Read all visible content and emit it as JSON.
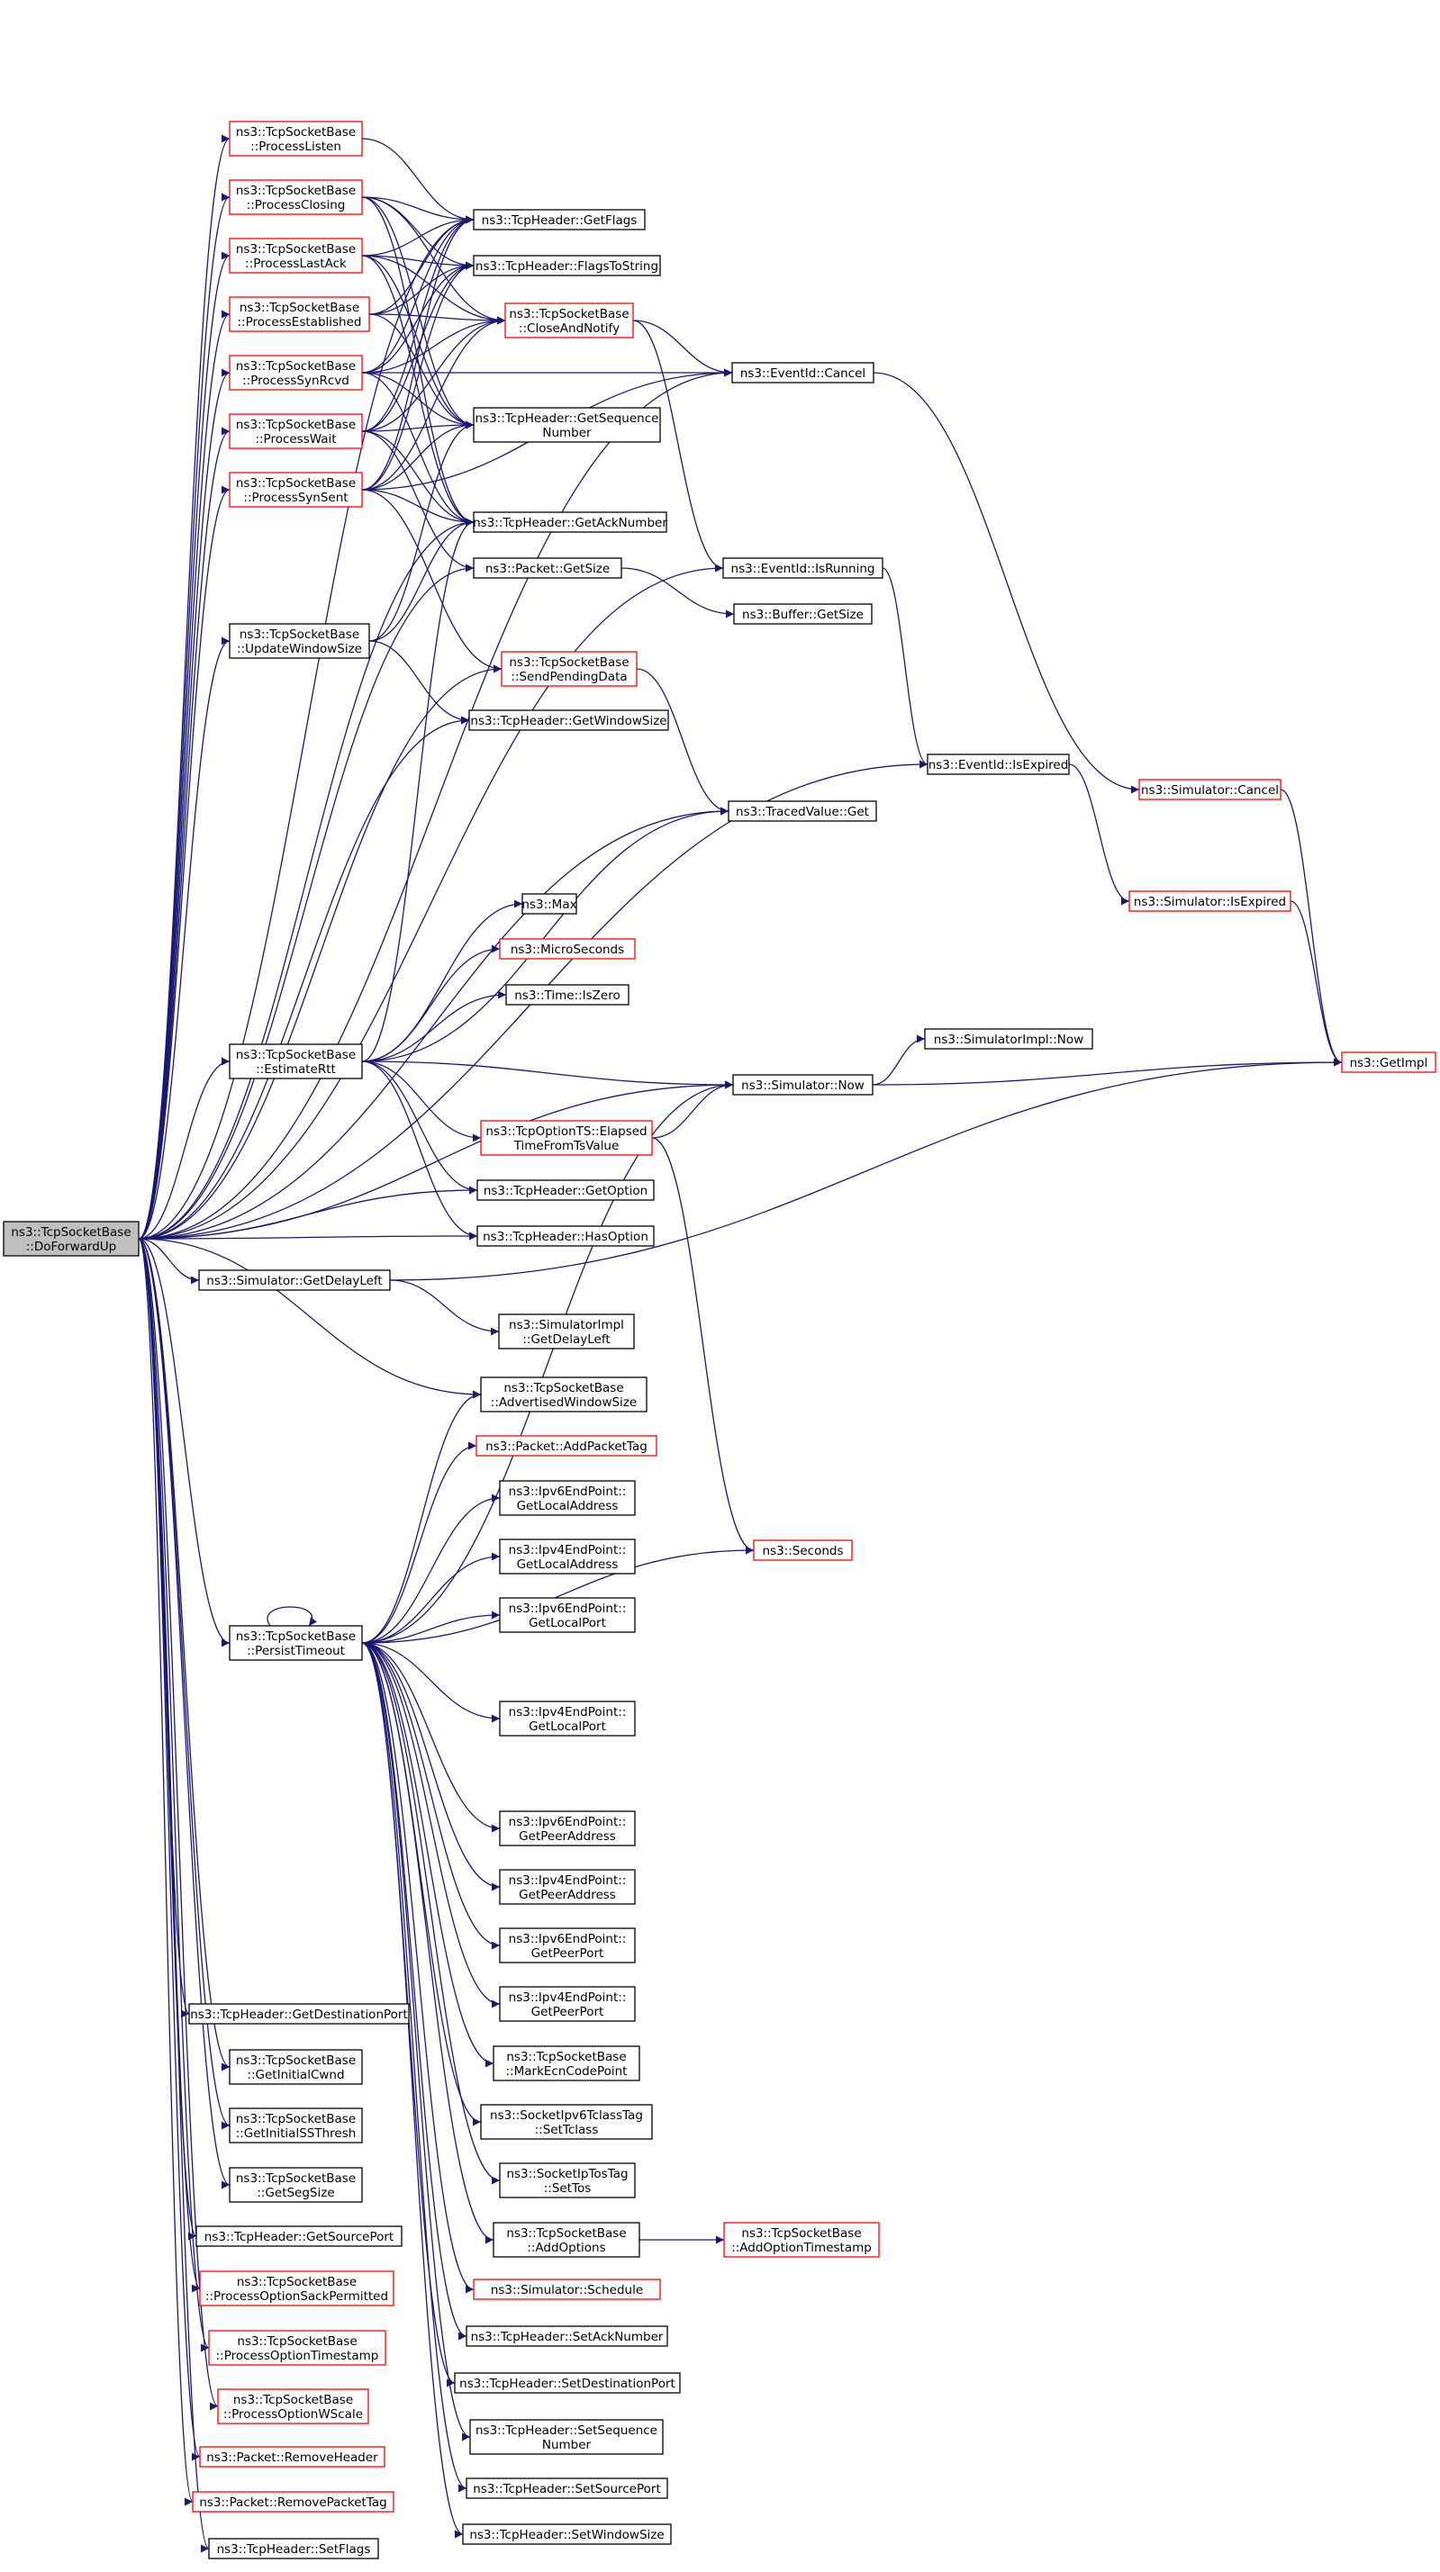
{
  "colors": {
    "edge": "#191970",
    "normal_border": "#000000",
    "red_border": "#ff0000",
    "root_fill": "#bfbfbf",
    "background": "#ffffff"
  },
  "diagram": {
    "type": "call-graph",
    "root": "doforwardup",
    "nodes": [
      {
        "id": "doforwardup",
        "lines": [
          "ns3::TcpSocketBase",
          "::DoForwardUp"
        ],
        "style": "root"
      },
      {
        "id": "processlisten",
        "lines": [
          "ns3::TcpSocketBase",
          "::ProcessListen"
        ],
        "style": "red"
      },
      {
        "id": "processclosing",
        "lines": [
          "ns3::TcpSocketBase",
          "::ProcessClosing"
        ],
        "style": "red"
      },
      {
        "id": "processlastack",
        "lines": [
          "ns3::TcpSocketBase",
          "::ProcessLastAck"
        ],
        "style": "red"
      },
      {
        "id": "processestablished",
        "lines": [
          "ns3::TcpSocketBase",
          "::ProcessEstablished"
        ],
        "style": "red"
      },
      {
        "id": "processsynrcvd",
        "lines": [
          "ns3::TcpSocketBase",
          "::ProcessSynRcvd"
        ],
        "style": "red"
      },
      {
        "id": "processwait",
        "lines": [
          "ns3::TcpSocketBase",
          "::ProcessWait"
        ],
        "style": "red"
      },
      {
        "id": "processsynsent",
        "lines": [
          "ns3::TcpSocketBase",
          "::ProcessSynSent"
        ],
        "style": "red"
      },
      {
        "id": "updatewindowsize",
        "lines": [
          "ns3::TcpSocketBase",
          "::UpdateWindowSize"
        ],
        "style": "normal"
      },
      {
        "id": "estimatertt",
        "lines": [
          "ns3::TcpSocketBase",
          "::EstimateRtt"
        ],
        "style": "normal"
      },
      {
        "id": "getdelayleft",
        "lines": [
          "ns3::Simulator::GetDelayLeft"
        ],
        "style": "normal"
      },
      {
        "id": "persisttimeout",
        "lines": [
          "ns3::TcpSocketBase",
          "::PersistTimeout"
        ],
        "style": "normal"
      },
      {
        "id": "getdestinationport",
        "lines": [
          "ns3::TcpHeader::GetDestinationPort"
        ],
        "style": "normal"
      },
      {
        "id": "getinitialcwnd",
        "lines": [
          "ns3::TcpSocketBase",
          "::GetInitialCwnd"
        ],
        "style": "normal"
      },
      {
        "id": "getinitialssthresh",
        "lines": [
          "ns3::TcpSocketBase",
          "::GetInitialSSThresh"
        ],
        "style": "normal"
      },
      {
        "id": "getsegsize",
        "lines": [
          "ns3::TcpSocketBase",
          "::GetSegSize"
        ],
        "style": "normal"
      },
      {
        "id": "getsourceport",
        "lines": [
          "ns3::TcpHeader::GetSourcePort"
        ],
        "style": "normal"
      },
      {
        "id": "processoptionsackpermitted",
        "lines": [
          "ns3::TcpSocketBase",
          "::ProcessOptionSackPermitted"
        ],
        "style": "red"
      },
      {
        "id": "processoptiontimestamp",
        "lines": [
          "ns3::TcpSocketBase",
          "::ProcessOptionTimestamp"
        ],
        "style": "red"
      },
      {
        "id": "processoptionwscale",
        "lines": [
          "ns3::TcpSocketBase",
          "::ProcessOptionWScale"
        ],
        "style": "red"
      },
      {
        "id": "removeheader",
        "lines": [
          "ns3::Packet::RemoveHeader"
        ],
        "style": "red"
      },
      {
        "id": "removepackettag",
        "lines": [
          "ns3::Packet::RemovePacketTag"
        ],
        "style": "red"
      },
      {
        "id": "setflags",
        "lines": [
          "ns3::TcpHeader::SetFlags"
        ],
        "style": "normal"
      },
      {
        "id": "getflags",
        "lines": [
          "ns3::TcpHeader::GetFlags"
        ],
        "style": "normal"
      },
      {
        "id": "flagstostring",
        "lines": [
          "ns3::TcpHeader::FlagsToString"
        ],
        "style": "normal"
      },
      {
        "id": "closeandnotify",
        "lines": [
          "ns3::TcpSocketBase",
          "::CloseAndNotify"
        ],
        "style": "red"
      },
      {
        "id": "getsequencenumber",
        "lines": [
          "ns3::TcpHeader::GetSequence",
          "Number"
        ],
        "style": "normal"
      },
      {
        "id": "getacknumber",
        "lines": [
          "ns3::TcpHeader::GetAckNumber"
        ],
        "style": "normal"
      },
      {
        "id": "packetgetsize",
        "lines": [
          "ns3::Packet::GetSize"
        ],
        "style": "normal"
      },
      {
        "id": "sendpendingdata",
        "lines": [
          "ns3::TcpSocketBase",
          "::SendPendingData"
        ],
        "style": "red"
      },
      {
        "id": "getwindowsize",
        "lines": [
          "ns3::TcpHeader::GetWindowSize"
        ],
        "style": "normal"
      },
      {
        "id": "max",
        "lines": [
          "ns3::Max"
        ],
        "style": "normal"
      },
      {
        "id": "microseconds",
        "lines": [
          "ns3::MicroSeconds"
        ],
        "style": "red"
      },
      {
        "id": "timeiszero",
        "lines": [
          "ns3::Time::IsZero"
        ],
        "style": "normal"
      },
      {
        "id": "elapsedtimefromtsvalue",
        "lines": [
          "ns3::TcpOptionTS::Elapsed",
          "TimeFromTsValue"
        ],
        "style": "red"
      },
      {
        "id": "getoption",
        "lines": [
          "ns3::TcpHeader::GetOption"
        ],
        "style": "normal"
      },
      {
        "id": "hasoption",
        "lines": [
          "ns3::TcpHeader::HasOption"
        ],
        "style": "normal"
      },
      {
        "id": "simulatorimplgetdelayleft",
        "lines": [
          "ns3::SimulatorImpl",
          "::GetDelayLeft"
        ],
        "style": "normal"
      },
      {
        "id": "advertisedwindowsize",
        "lines": [
          "ns3::TcpSocketBase",
          "::AdvertisedWindowSize"
        ],
        "style": "normal"
      },
      {
        "id": "addpackettag",
        "lines": [
          "ns3::Packet::AddPacketTag"
        ],
        "style": "red"
      },
      {
        "id": "ipv6getlocaladdress",
        "lines": [
          "ns3::Ipv6EndPoint::",
          "GetLocalAddress"
        ],
        "style": "normal"
      },
      {
        "id": "ipv4getlocaladdress",
        "lines": [
          "ns3::Ipv4EndPoint::",
          "GetLocalAddress"
        ],
        "style": "normal"
      },
      {
        "id": "ipv6getlocalport",
        "lines": [
          "ns3::Ipv6EndPoint::",
          "GetLocalPort"
        ],
        "style": "normal"
      },
      {
        "id": "ipv4getlocalport",
        "lines": [
          "ns3::Ipv4EndPoint::",
          "GetLocalPort"
        ],
        "style": "normal"
      },
      {
        "id": "ipv6getpeeraddress",
        "lines": [
          "ns3::Ipv6EndPoint::",
          "GetPeerAddress"
        ],
        "style": "normal"
      },
      {
        "id": "ipv4getpeeraddress",
        "lines": [
          "ns3::Ipv4EndPoint::",
          "GetPeerAddress"
        ],
        "style": "normal"
      },
      {
        "id": "ipv6getpeerport",
        "lines": [
          "ns3::Ipv6EndPoint::",
          "GetPeerPort"
        ],
        "style": "normal"
      },
      {
        "id": "ipv4getpeerport",
        "lines": [
          "ns3::Ipv4EndPoint::",
          "GetPeerPort"
        ],
        "style": "normal"
      },
      {
        "id": "markecncodepoint",
        "lines": [
          "ns3::TcpSocketBase",
          "::MarkEcnCodePoint"
        ],
        "style": "normal"
      },
      {
        "id": "settclass",
        "lines": [
          "ns3::SocketIpv6TclassTag",
          "::SetTclass"
        ],
        "style": "normal"
      },
      {
        "id": "settos",
        "lines": [
          "ns3::SocketIpTosTag",
          "::SetTos"
        ],
        "style": "normal"
      },
      {
        "id": "addoptions",
        "lines": [
          "ns3::TcpSocketBase",
          "::AddOptions"
        ],
        "style": "normal"
      },
      {
        "id": "schedule",
        "lines": [
          "ns3::Simulator::Schedule"
        ],
        "style": "red"
      },
      {
        "id": "setacknumber",
        "lines": [
          "ns3::TcpHeader::SetAckNumber"
        ],
        "style": "normal"
      },
      {
        "id": "setdestinationport",
        "lines": [
          "ns3::TcpHeader::SetDestinationPort"
        ],
        "style": "normal"
      },
      {
        "id": "setsequencenumber",
        "lines": [
          "ns3::TcpHeader::SetSequence",
          "Number"
        ],
        "style": "normal"
      },
      {
        "id": "setsourceport",
        "lines": [
          "ns3::TcpHeader::SetSourcePort"
        ],
        "style": "normal"
      },
      {
        "id": "setwindowsize",
        "lines": [
          "ns3::TcpHeader::SetWindowSize"
        ],
        "style": "normal"
      },
      {
        "id": "eventidcancel",
        "lines": [
          "ns3::EventId::Cancel"
        ],
        "style": "normal"
      },
      {
        "id": "eventidisrunning",
        "lines": [
          "ns3::EventId::IsRunning"
        ],
        "style": "normal"
      },
      {
        "id": "buffergetsize",
        "lines": [
          "ns3::Buffer::GetSize"
        ],
        "style": "normal"
      },
      {
        "id": "tracedvalueget",
        "lines": [
          "ns3::TracedValue::Get"
        ],
        "style": "normal"
      },
      {
        "id": "simulatornow",
        "lines": [
          "ns3::Simulator::Now"
        ],
        "style": "normal"
      },
      {
        "id": "seconds",
        "lines": [
          "ns3::Seconds"
        ],
        "style": "red"
      },
      {
        "id": "addoptiontimestamp",
        "lines": [
          "ns3::TcpSocketBase",
          "::AddOptionTimestamp"
        ],
        "style": "red"
      },
      {
        "id": "eventidisexpired",
        "lines": [
          "ns3::EventId::IsExpired"
        ],
        "style": "normal"
      },
      {
        "id": "simulatorimplnow",
        "lines": [
          "ns3::SimulatorImpl::Now"
        ],
        "style": "normal"
      },
      {
        "id": "simulatorcancel",
        "lines": [
          "ns3::Simulator::Cancel"
        ],
        "style": "red"
      },
      {
        "id": "simulatorisexpired",
        "lines": [
          "ns3::Simulator::IsExpired"
        ],
        "style": "red"
      },
      {
        "id": "getimpl",
        "lines": [
          "ns3::GetImpl"
        ],
        "style": "red"
      }
    ],
    "edges": [
      [
        "doforwardup",
        "processlisten"
      ],
      [
        "doforwardup",
        "processclosing"
      ],
      [
        "doforwardup",
        "processlastack"
      ],
      [
        "doforwardup",
        "processestablished"
      ],
      [
        "doforwardup",
        "processsynrcvd"
      ],
      [
        "doforwardup",
        "processwait"
      ],
      [
        "doforwardup",
        "processsynsent"
      ],
      [
        "doforwardup",
        "updatewindowsize"
      ],
      [
        "doforwardup",
        "estimatertt"
      ],
      [
        "doforwardup",
        "getdelayleft"
      ],
      [
        "doforwardup",
        "persisttimeout"
      ],
      [
        "doforwardup",
        "getdestinationport"
      ],
      [
        "doforwardup",
        "getinitialcwnd"
      ],
      [
        "doforwardup",
        "getinitialssthresh"
      ],
      [
        "doforwardup",
        "getsegsize"
      ],
      [
        "doforwardup",
        "getsourceport"
      ],
      [
        "doforwardup",
        "processoptionsackpermitted"
      ],
      [
        "doforwardup",
        "processoptiontimestamp"
      ],
      [
        "doforwardup",
        "processoptionwscale"
      ],
      [
        "doforwardup",
        "removeheader"
      ],
      [
        "doforwardup",
        "removepackettag"
      ],
      [
        "doforwardup",
        "setflags"
      ],
      [
        "doforwardup",
        "getflags"
      ],
      [
        "doforwardup",
        "eventidcancel"
      ],
      [
        "doforwardup",
        "getacknumber"
      ],
      [
        "doforwardup",
        "eventidisrunning"
      ],
      [
        "doforwardup",
        "packetgetsize"
      ],
      [
        "doforwardup",
        "sendpendingdata"
      ],
      [
        "doforwardup",
        "getwindowsize"
      ],
      [
        "doforwardup",
        "eventidisexpired"
      ],
      [
        "doforwardup",
        "tracedvalueget"
      ],
      [
        "doforwardup",
        "simulatornow"
      ],
      [
        "doforwardup",
        "getoption"
      ],
      [
        "doforwardup",
        "hasoption"
      ],
      [
        "doforwardup",
        "advertisedwindowsize"
      ],
      [
        "processlisten",
        "getflags"
      ],
      [
        "processclosing",
        "getflags"
      ],
      [
        "processclosing",
        "flagstostring"
      ],
      [
        "processclosing",
        "closeandnotify"
      ],
      [
        "processclosing",
        "getsequencenumber"
      ],
      [
        "processclosing",
        "getacknumber"
      ],
      [
        "processlastack",
        "getflags"
      ],
      [
        "processlastack",
        "flagstostring"
      ],
      [
        "processlastack",
        "closeandnotify"
      ],
      [
        "processlastack",
        "getsequencenumber"
      ],
      [
        "processlastack",
        "getacknumber"
      ],
      [
        "processestablished",
        "getflags"
      ],
      [
        "processestablished",
        "flagstostring"
      ],
      [
        "processestablished",
        "closeandnotify"
      ],
      [
        "processestablished",
        "getsequencenumber"
      ],
      [
        "processsynrcvd",
        "getflags"
      ],
      [
        "processsynrcvd",
        "flagstostring"
      ],
      [
        "processsynrcvd",
        "closeandnotify"
      ],
      [
        "processsynrcvd",
        "eventidcancel"
      ],
      [
        "processsynrcvd",
        "getsequencenumber"
      ],
      [
        "processsynrcvd",
        "getacknumber"
      ],
      [
        "processwait",
        "getflags"
      ],
      [
        "processwait",
        "flagstostring"
      ],
      [
        "processwait",
        "closeandnotify"
      ],
      [
        "processwait",
        "getsequencenumber"
      ],
      [
        "processwait",
        "getacknumber"
      ],
      [
        "processwait",
        "packetgetsize"
      ],
      [
        "processsynsent",
        "getflags"
      ],
      [
        "processsynsent",
        "flagstostring"
      ],
      [
        "processsynsent",
        "closeandnotify"
      ],
      [
        "processsynsent",
        "eventidcancel"
      ],
      [
        "processsynsent",
        "getsequencenumber"
      ],
      [
        "processsynsent",
        "getacknumber"
      ],
      [
        "processsynsent",
        "sendpendingdata"
      ],
      [
        "updatewindowsize",
        "getsequencenumber"
      ],
      [
        "updatewindowsize",
        "getacknumber"
      ],
      [
        "updatewindowsize",
        "getwindowsize"
      ],
      [
        "estimatertt",
        "getacknumber"
      ],
      [
        "estimatertt",
        "max"
      ],
      [
        "estimatertt",
        "microseconds"
      ],
      [
        "estimatertt",
        "timeiszero"
      ],
      [
        "estimatertt",
        "tracedvalueget"
      ],
      [
        "estimatertt",
        "simulatornow"
      ],
      [
        "estimatertt",
        "elapsedtimefromtsvalue"
      ],
      [
        "estimatertt",
        "getoption"
      ],
      [
        "estimatertt",
        "hasoption"
      ],
      [
        "getdelayleft",
        "simulatorimplgetdelayleft"
      ],
      [
        "getdelayleft",
        "getimpl"
      ],
      [
        "persisttimeout",
        "persisttimeout"
      ],
      [
        "persisttimeout",
        "advertisedwindowsize"
      ],
      [
        "persisttimeout",
        "addpackettag"
      ],
      [
        "persisttimeout",
        "ipv6getlocaladdress"
      ],
      [
        "persisttimeout",
        "ipv4getlocaladdress"
      ],
      [
        "persisttimeout",
        "ipv6getlocalport"
      ],
      [
        "persisttimeout",
        "ipv4getlocalport"
      ],
      [
        "persisttimeout",
        "simulatornow"
      ],
      [
        "persisttimeout",
        "seconds"
      ],
      [
        "persisttimeout",
        "ipv6getpeeraddress"
      ],
      [
        "persisttimeout",
        "ipv4getpeeraddress"
      ],
      [
        "persisttimeout",
        "ipv6getpeerport"
      ],
      [
        "persisttimeout",
        "ipv4getpeerport"
      ],
      [
        "persisttimeout",
        "markecncodepoint"
      ],
      [
        "persisttimeout",
        "settclass"
      ],
      [
        "persisttimeout",
        "settos"
      ],
      [
        "persisttimeout",
        "addoptions"
      ],
      [
        "persisttimeout",
        "schedule"
      ],
      [
        "persisttimeout",
        "setacknumber"
      ],
      [
        "persisttimeout",
        "setdestinationport"
      ],
      [
        "persisttimeout",
        "setsequencenumber"
      ],
      [
        "persisttimeout",
        "setsourceport"
      ],
      [
        "persisttimeout",
        "setwindowsize"
      ],
      [
        "closeandnotify",
        "eventidcancel"
      ],
      [
        "closeandnotify",
        "eventidisrunning"
      ],
      [
        "packetgetsize",
        "buffergetsize"
      ],
      [
        "sendpendingdata",
        "tracedvalueget"
      ],
      [
        "elapsedtimefromtsvalue",
        "simulatornow"
      ],
      [
        "elapsedtimefromtsvalue",
        "seconds"
      ],
      [
        "addoptions",
        "addoptiontimestamp"
      ],
      [
        "eventidcancel",
        "simulatorcancel"
      ],
      [
        "eventidisrunning",
        "eventidisexpired"
      ],
      [
        "eventidisexpired",
        "simulatorisexpired"
      ],
      [
        "simulatornow",
        "simulatorimplnow"
      ],
      [
        "simulatornow",
        "getimpl"
      ],
      [
        "simulatorcancel",
        "getimpl"
      ],
      [
        "simulatorisexpired",
        "getimpl"
      ]
    ]
  }
}
